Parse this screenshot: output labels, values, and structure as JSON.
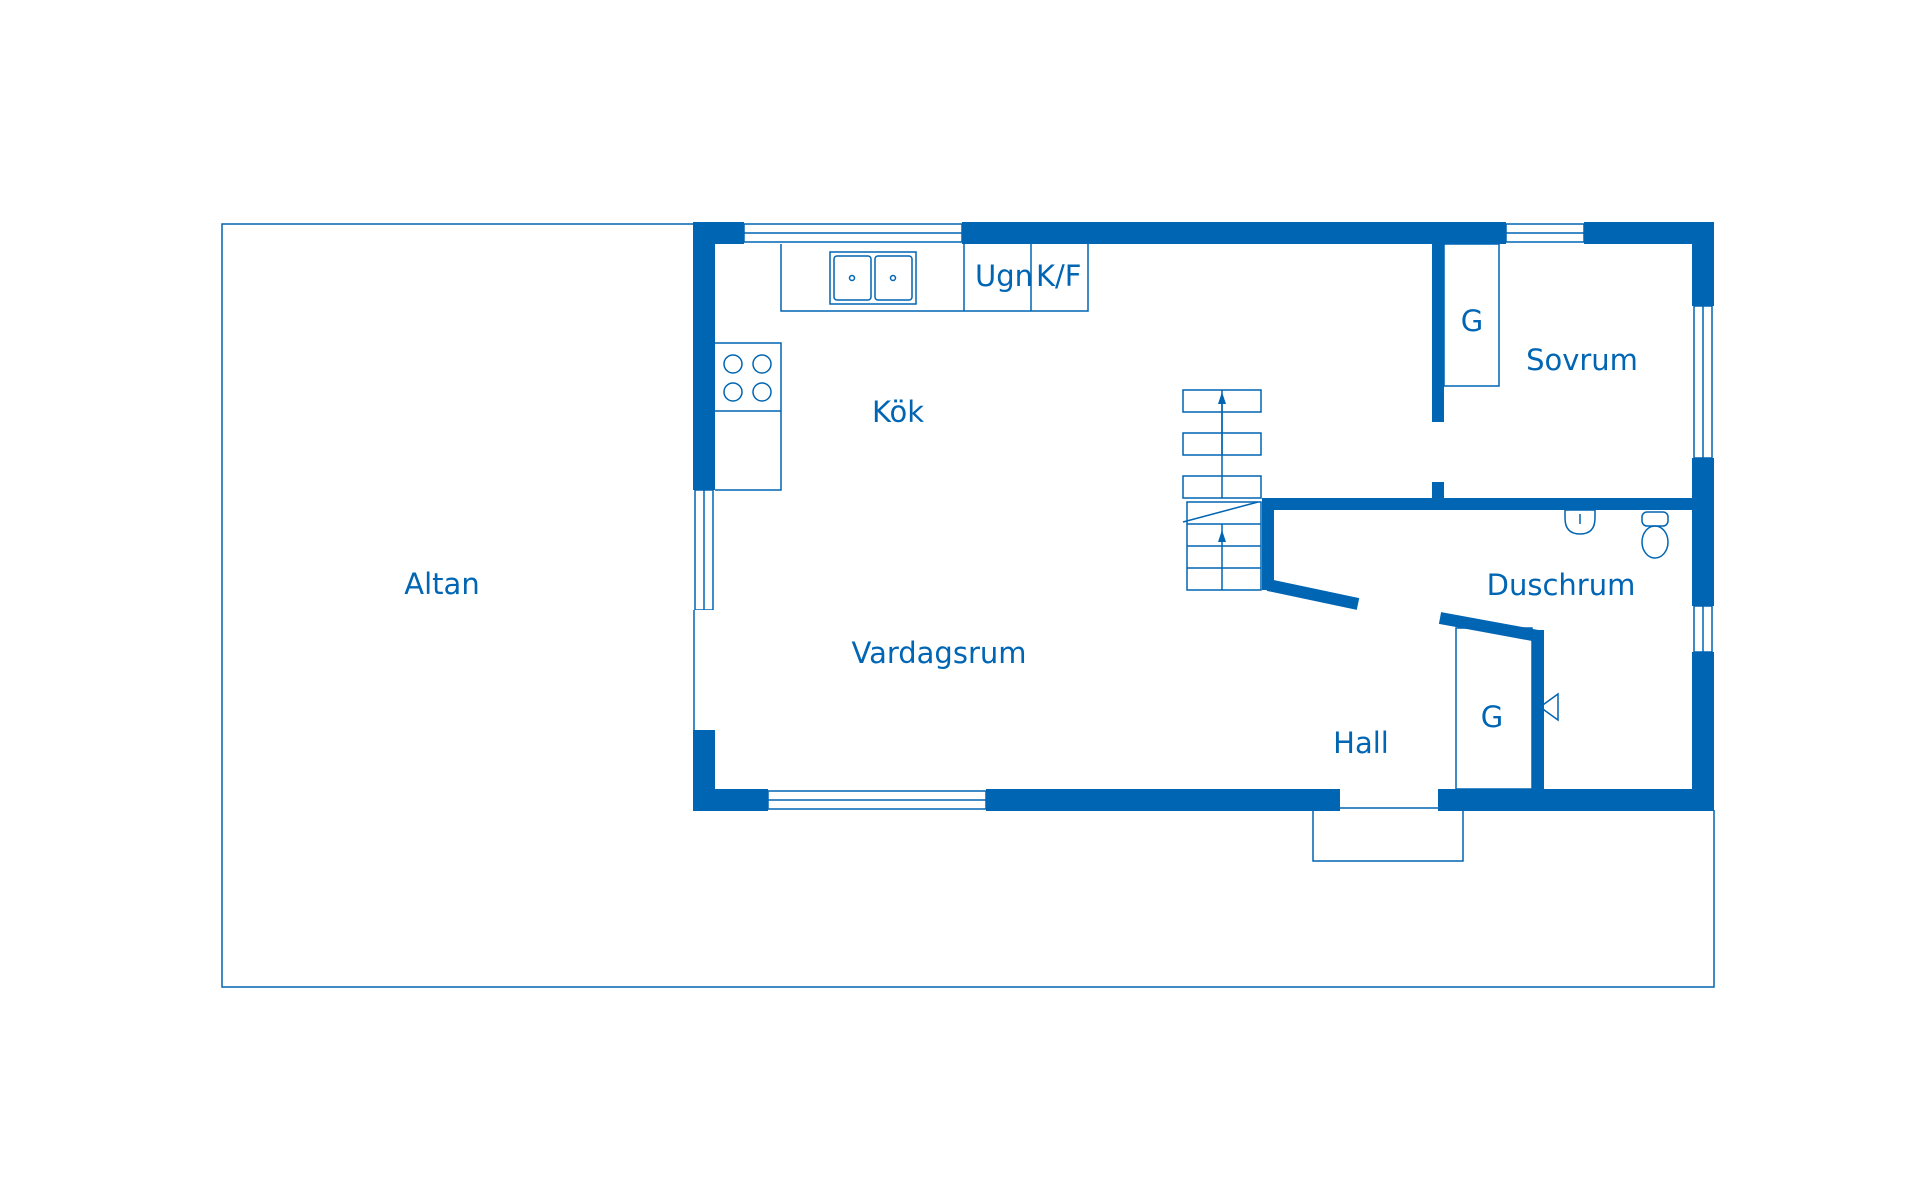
{
  "colors": {
    "line": "#0065B3",
    "background": "#ffffff"
  },
  "rooms": {
    "altan": "Altan",
    "kok": "Kök",
    "vardagsrum": "Vardagsrum",
    "sovrum": "Sovrum",
    "duschrum": "Duschrum",
    "hall": "Hall",
    "garderob_sovrum": "G",
    "garderob_hall": "G"
  },
  "appliances": {
    "oven": "Ugn",
    "fridge_freezer": "K/F"
  }
}
